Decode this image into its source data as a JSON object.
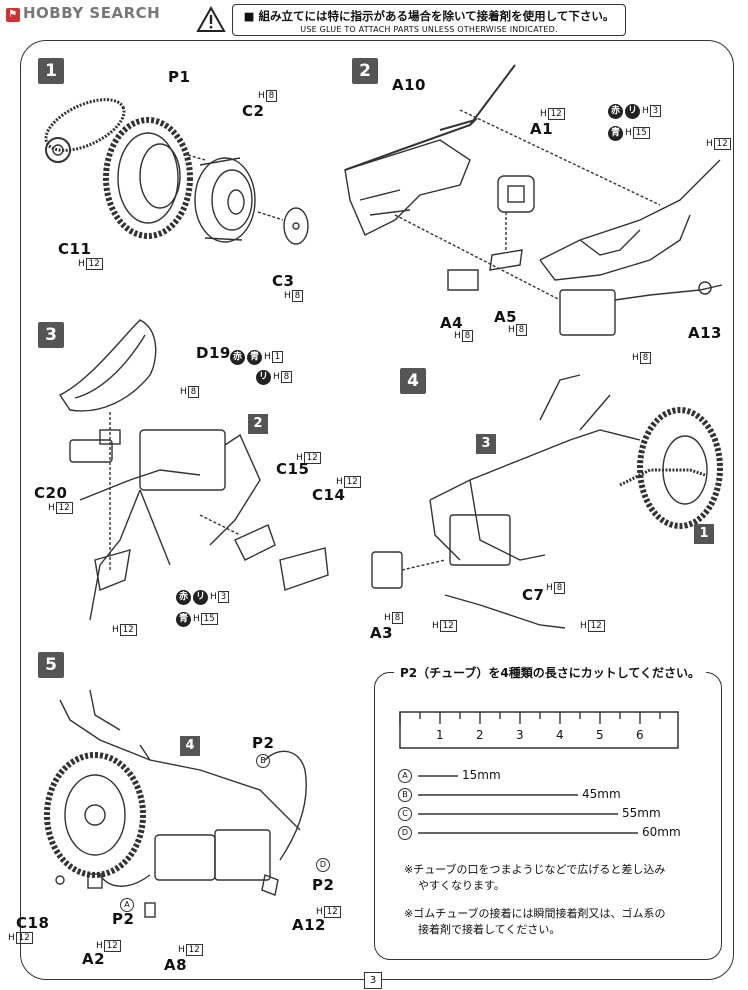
{
  "header": {
    "logo": "HOBBY SEARCH",
    "notice_jp": "■ 組み立てには特に指示がある場合を除いて接着剤を使用して下さい。",
    "notice_en": "USE GLUE TO ATTACH PARTS UNLESS OTHERWISE INDICATED."
  },
  "steps": {
    "s1": {
      "num": "1",
      "labels": {
        "p1": "P1",
        "c2": "C2",
        "c11": "C11",
        "c3": "C3"
      },
      "h_c2": "8",
      "h_c11": "12",
      "h_c3": "8"
    },
    "s2": {
      "num": "2",
      "labels": {
        "a10": "A10",
        "a1": "A1",
        "a4": "A4",
        "a5": "A5",
        "a13": "A13"
      },
      "h_a1": "12",
      "h_right": "12",
      "h_a4": "8",
      "h_a5": "8",
      "h_a13": "8",
      "aka": "赤",
      "ri": "リ",
      "ao": "青",
      "h_aka": "3",
      "h_ao": "15"
    },
    "s3": {
      "num": "3",
      "labels": {
        "d19": "D19",
        "c15": "C15",
        "c14": "C14",
        "c20": "C20"
      },
      "aka": "赤",
      "ao": "青",
      "ri": "リ",
      "h_d19a": "1",
      "h_d19b": "8",
      "h_top": "8",
      "h_c15": "12",
      "h_c14": "12",
      "h_c20": "12",
      "h_bottom": "12",
      "h_aka": "3",
      "h_ao": "15",
      "ref": "2"
    },
    "s4": {
      "num": "4",
      "labels": {
        "a3": "A3",
        "c7": "C7"
      },
      "h_c7": "8",
      "h_a3": "8",
      "h_left": "12",
      "h_right": "12",
      "ref3": "3",
      "ref1": "1"
    },
    "s5": {
      "num": "5",
      "labels": {
        "p2a": "P2",
        "p2b": "P2",
        "p2c": "P2",
        "c18": "C18",
        "a2": "A2",
        "a8": "A8",
        "a12": "A12"
      },
      "circ_a": "A",
      "circ_b": "B",
      "circ_d": "D",
      "h_c18": "12",
      "h_a2": "12",
      "h_a8": "12",
      "h_a12": "12",
      "ref4": "4"
    }
  },
  "tube": {
    "title": "P2（チューブ）を4種類の長さにカットしてください。",
    "ruler": [
      "1",
      "2",
      "3",
      "4",
      "5",
      "6"
    ],
    "rows": [
      {
        "id": "A",
        "len": "15mm",
        "mm": 15
      },
      {
        "id": "B",
        "len": "45mm",
        "mm": 45
      },
      {
        "id": "C",
        "len": "55mm",
        "mm": 55
      },
      {
        "id": "D",
        "len": "60mm",
        "mm": 60
      }
    ],
    "note1a": "※チューブの口をつまようじなどで広げると差し込み",
    "note1b": "やすくなります。",
    "note2a": "※ゴムチューブの接着には瞬間接着剤又は、ゴム系の",
    "note2b": "接着剤で接着してください。"
  },
  "h_letter": "H",
  "page": "3"
}
